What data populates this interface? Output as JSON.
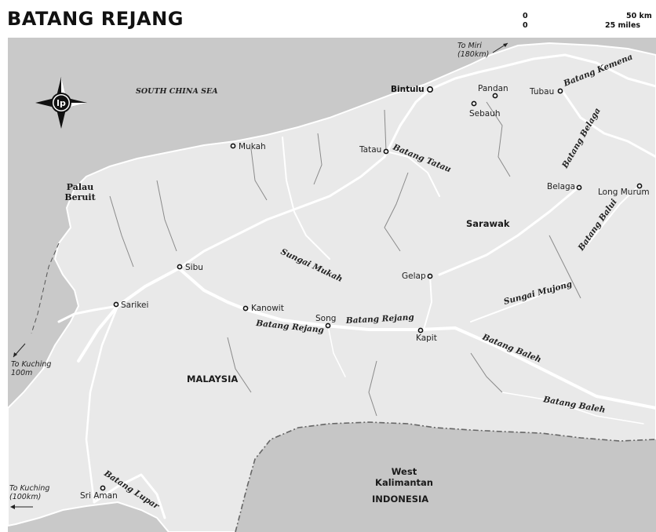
{
  "map": {
    "title": "BATANG REJANG",
    "scale": {
      "zero_top": "0",
      "km": "50 km",
      "zero_bottom": "0",
      "miles": "25 miles"
    },
    "compass": {
      "logo_text": "lp"
    },
    "colors": {
      "sea": "#c9c9c9",
      "land": "#e9e9e9",
      "indonesia": "#c6c6c6",
      "river": "#ffffff",
      "border": "#666666"
    },
    "regions": {
      "south_china_sea": "SOUTH CHINA SEA",
      "sarawak": "Sarawak",
      "malaysia": "MALAYSIA",
      "west_kalimantan": "West Kalimantan",
      "indonesia": "INDONESIA",
      "palau_beruit": "Palau Beruit"
    },
    "towns": {
      "bintulu": "Bintulu",
      "pandan": "Pandan",
      "sebauh": "Sebauh",
      "tubau": "Tubau",
      "mukah": "Mukah",
      "tatau": "Tatau",
      "belaga": "Belaga",
      "long_murum": "Long Murum",
      "sibu": "Sibu",
      "sarikei": "Sarikei",
      "kanowit": "Kanowit",
      "song": "Song",
      "gelap": "Gelap",
      "kapit": "Kapit",
      "sri_aman": "Sri Aman"
    },
    "rivers": {
      "kemena": "Batang Kemena",
      "belaga": "Batang Belaga",
      "tatau": "Batang Tatau",
      "balui": "Batang Balui",
      "mukah": "Sungai Mukah",
      "mujong": "Sungai Mujong",
      "rejang_east": "Batang Rejang",
      "rejang_west": "Batang Rejang",
      "baleh_north": "Batang Baleh",
      "baleh_south": "Batang Baleh",
      "lupar": "Batang Lupar"
    },
    "directions": {
      "to_miri": "To Miri (180km)",
      "to_kuching_1": "To Kuching 100m",
      "to_kuching_2": "To Kuching (100km)"
    }
  }
}
